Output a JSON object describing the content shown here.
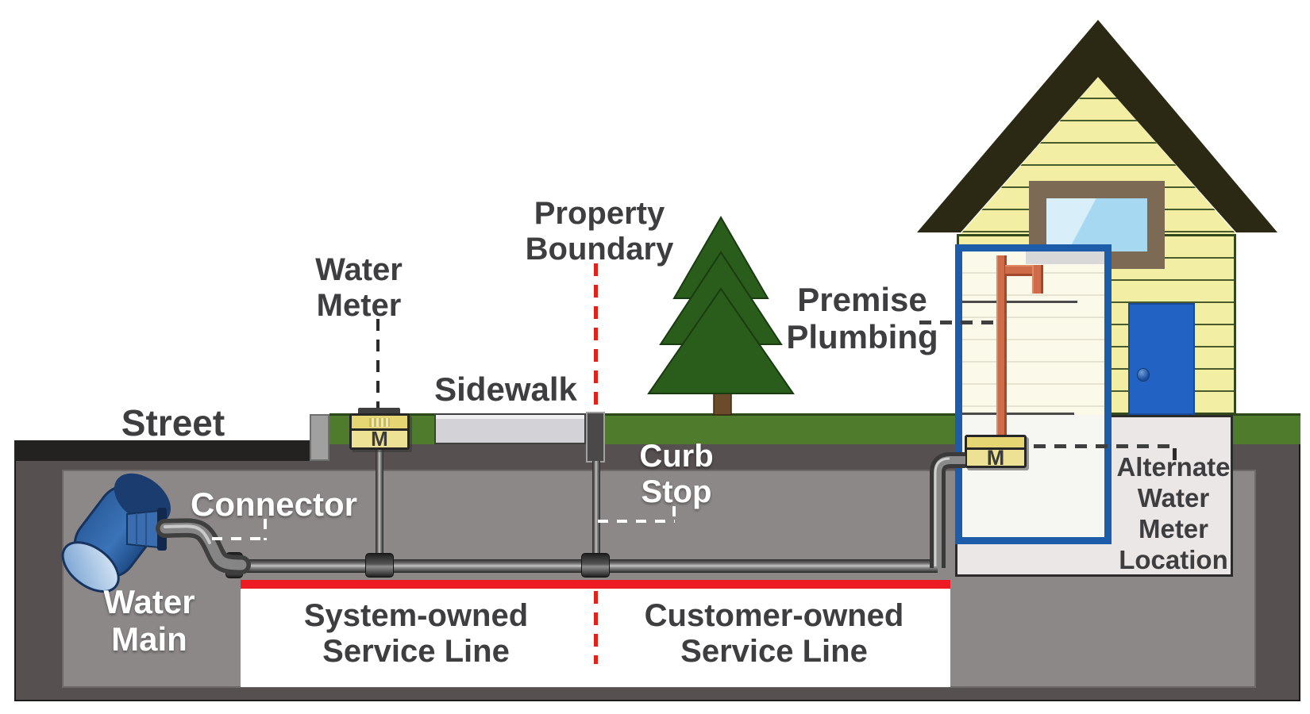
{
  "labels": {
    "street": "Street",
    "water_meter": "Water\nMeter",
    "sidewalk": "Sidewalk",
    "property_boundary": "Property\nBoundary",
    "curb_stop": "Curb\nStop",
    "connector": "Connector",
    "water_main": "Water\nMain",
    "premise_plumbing": "Premise\nPlumbing",
    "alternate_water_meter_location": "Alternate\nWater\nMeter\nLocation",
    "system_owned": "System-owned\nService Line",
    "customer_owned": "Customer-owned\nService Line"
  },
  "meters": {
    "street_meter": "M",
    "house_meter": "M"
  },
  "colors": {
    "service_line_red": "#EC1B24",
    "boundary_red": "#E32119",
    "grass_green": "#4E7C2C",
    "soil_light": "#8D8888",
    "soil_dark": "#575050",
    "asphalt": "#242121",
    "sidewalk_gray": "#D3D3D7",
    "house_siding_yellow": "#F2EFA5",
    "roof_dark": "#2B2814",
    "door_blue": "#2262C2",
    "cutaway_panel_blue": "#1D5CA9",
    "meter_yellow": "#E6D573",
    "copper_pipe": "#CE6B48",
    "water_main_blue": "#2F67AE",
    "label_dark": "#3E3E40"
  }
}
